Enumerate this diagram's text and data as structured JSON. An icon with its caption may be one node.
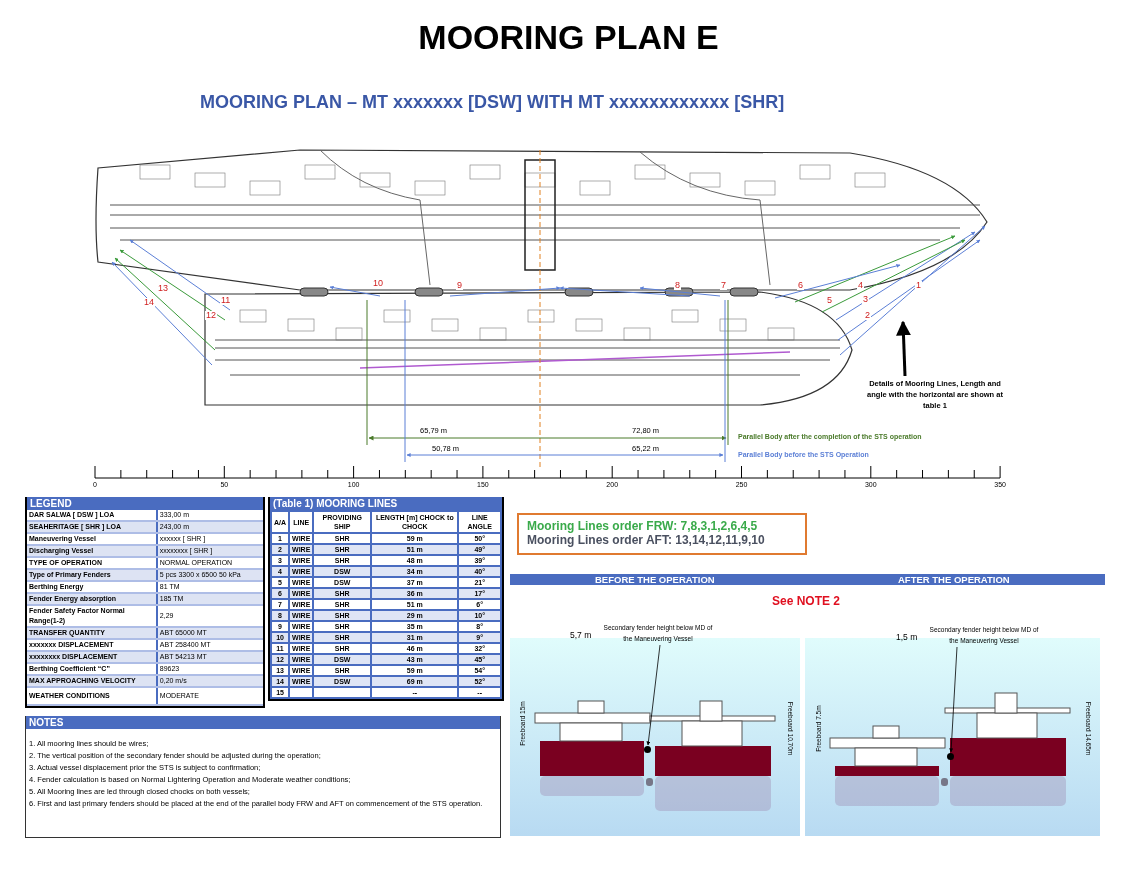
{
  "diagram": {
    "title": "MOORING PLAN E",
    "nodes": [
      {
        "text": [
          "Details of Mooring Lines, Length and angle with the horizontal are shown at table 1"
        ]
      },
      {
        "text": [
          "Secondary fender height below MD of the Maneuvering Vessel"
        ],
        "beside": [
          "5,7 m"
        ]
      },
      {
        "text": [],
        "shape": "circle"
      },
      {
        "text": [
          "Secondary fender height below MD of the Maneuvering Vessel"
        ],
        "beside": [
          "1,5 m"
        ]
      },
      {
        "text": [],
        "shape": "circle"
      }
    ],
    "edges": [
      {
        "from": 0,
        "to": null,
        "arrow": "to",
        "style": "thick"
      },
      {
        "from": 1,
        "to": 2,
        "arrow": "to"
      },
      {
        "from": 3,
        "to": 4,
        "arrow": "to"
      }
    ],
    "labels": [
      "MOORING PLAN – MT xxxxxxx [DSW] WITH MT xxxxxxxxxxxx [SHR]",
      "13",
      "10",
      "9",
      "8",
      "7",
      "6",
      "4",
      "1",
      "14",
      "11",
      "5",
      "3",
      "12",
      "2",
      "65,79 m",
      "72,80 m",
      "50,78 m",
      "65,22 m",
      "Parallel Body after the completion of the STS operation",
      "Parallel Body before the STS Operation",
      "0",
      "50",
      "100",
      "150",
      "200",
      "250",
      "300",
      "350",
      "LEGEND",
      "DAR SALWA [ DSW ]  LOA",
      "333,00 m",
      "SEAHERITAGE [ SHR ] LOA",
      "243,00 m",
      "Maneuvering Vessel",
      "xxxxxx [ SHR ]",
      "Discharging Vessel",
      "xxxxxxxx [ SHR ]",
      "TYPE OF OPERATION",
      "NORMAL OPERATION",
      "Type of Primary Fenders",
      "5 pcs 3300 x 6500 50 kPa",
      "Berthing Energy",
      "81 TM",
      "Fender Energy absorption",
      "185 TM",
      "Fender Safety Factor Normal Range(1-2)",
      "2,29",
      "TRANSFER QUANTITY",
      "ABT  65000 MT",
      "xxxxxxx   DISPLACEMENT",
      "ABT 258400 MT",
      "xxxxxxxx DISPLACEMENT",
      "ABT 54213 MT",
      "Berthing Coefficient “C”",
      "89623",
      "MAX APPROACHING VELOCITY",
      "0,20 m/s",
      "WEATHER CONDITIONS",
      "MODERATE",
      "(Table 1) MOORING LINES",
      "A/A",
      "LINE",
      "PROVIDING SHIP",
      "LENGTH [m] CHOCK to CHOCK",
      "LINE ANGLE",
      "1",
      "WIRE",
      "SHR",
      "59 m",
      "50°",
      "2",
      "WIRE",
      "SHR",
      "51 m",
      "49°",
      "3",
      "WIRE",
      "SHR",
      "48 m",
      "39°",
      "4",
      "WIRE",
      "DSW",
      "34 m",
      "40°",
      "5",
      "WIRE",
      "DSW",
      "37 m",
      "21°",
      "6",
      "WIRE",
      "SHR",
      "36 m",
      "17°",
      "7",
      "WIRE",
      "SHR",
      "51 m",
      "6°",
      "8",
      "WIRE",
      "SHR",
      "29 m",
      "10°",
      "9",
      "WIRE",
      "SHR",
      "35 m",
      "8°",
      "10",
      "WIRE",
      "SHR",
      "31 m",
      "9°",
      "11",
      "WIRE",
      "SHR",
      "46 m",
      "32°",
      "12",
      "WIRE",
      "DSW",
      "43 m",
      "45°",
      "13",
      "WIRE",
      "SHR",
      "59 m",
      "54°",
      "14",
      "WIRE",
      "DSW",
      "69 m",
      "52°",
      "15",
      "--",
      "--",
      "NOTES",
      "1. All mooring lines should be wires;",
      "2. The vertical position of the secondary fender should be adjusted during the operation;",
      "3. Actual vessel displacement prior the STS is subject to confirmation;",
      "4. Fender calculation is based on Normal Lightering Operation and Moderate weather conditions;",
      "5. All Mooring lines are led through closed chocks on both vessels;",
      "6. First and last primary fenders should be placed at the end of the parallel body FRW and AFT on commencement of the STS operation.",
      "Mooring Lines order FRW:   7,8,3,1,2,6,4,5",
      "Mooring Lines order AFT:    13,14,12,11,9,10",
      "BEFORE THE OPERATION",
      "AFTER THE OPERATION",
      "See NOTE 2",
      "Freeboard 15m",
      "Freeboard 10.70m",
      "Freeboard 7.5m",
      "Freeboard 14.65m"
    ]
  }
}
